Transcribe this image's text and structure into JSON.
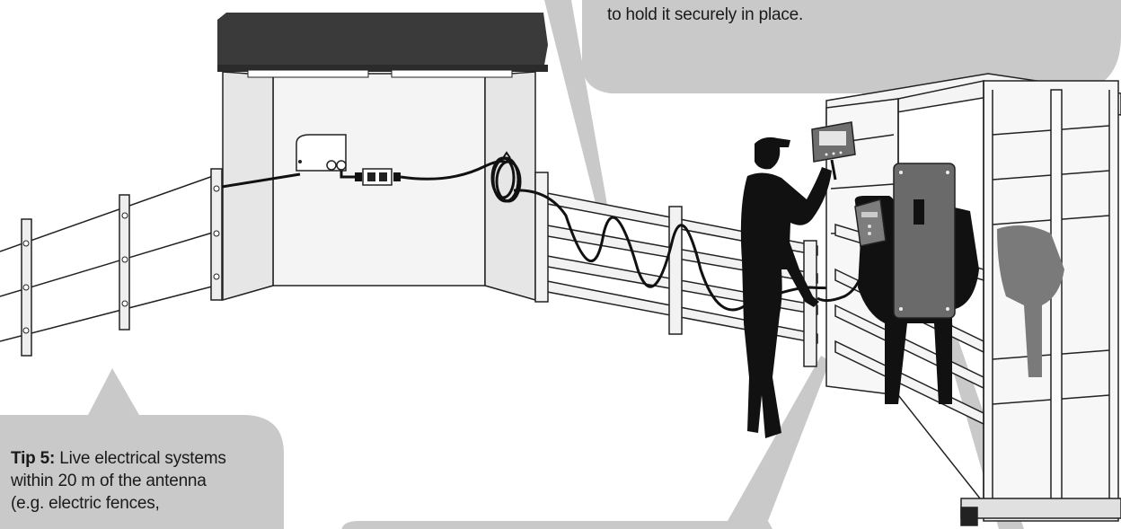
{
  "top_callout": {
    "text": "to hold it securely in place."
  },
  "tip5": {
    "label": "Tip 5:",
    "line1": " Live electrical systems",
    "line2": "within 20 m of the antenna",
    "line3": "(e.g. electric fences,"
  },
  "colors": {
    "callout_fill": "#c9c9c9",
    "silhouette": "#111111",
    "roof": "#3a3a3a",
    "shed_wall": "#f2f2f2",
    "panel_gray": "#6a6a6a"
  }
}
